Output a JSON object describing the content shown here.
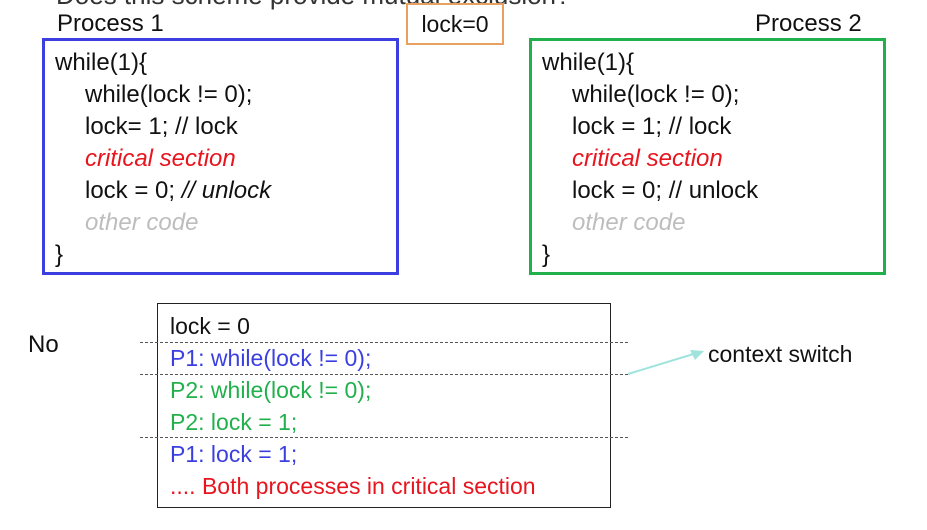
{
  "slide": {
    "title_fragment": "Does this scheme provide mutual exclusion?"
  },
  "lock_init": "lock=0",
  "process1": {
    "label": "Process 1",
    "lines": [
      "while(1){",
      "while(lock != 0);",
      "lock= 1; // lock",
      "critical section",
      "lock = 0;  // unlock",
      "other code",
      "}"
    ]
  },
  "process2": {
    "label": "Process 2",
    "lines": [
      "while(1){",
      "while(lock != 0);",
      "lock = 1; // lock",
      "critical section",
      "lock = 0; // unlock",
      "other code",
      "}"
    ]
  },
  "answer": "No",
  "trace": {
    "lines": [
      "lock = 0",
      "P1: while(lock != 0);",
      "P2: while(lock != 0);",
      "P2: lock = 1;",
      "P1: lock = 1;",
      ".... Both processes in critical section"
    ],
    "annotation": "context switch"
  },
  "colors": {
    "process1": "#3b3fe0",
    "process2": "#22b04c",
    "critical": "#e8141e",
    "other_code": "#bdbdbd",
    "lock_box": "#e8a060",
    "arrow": "#9fe3dd"
  }
}
